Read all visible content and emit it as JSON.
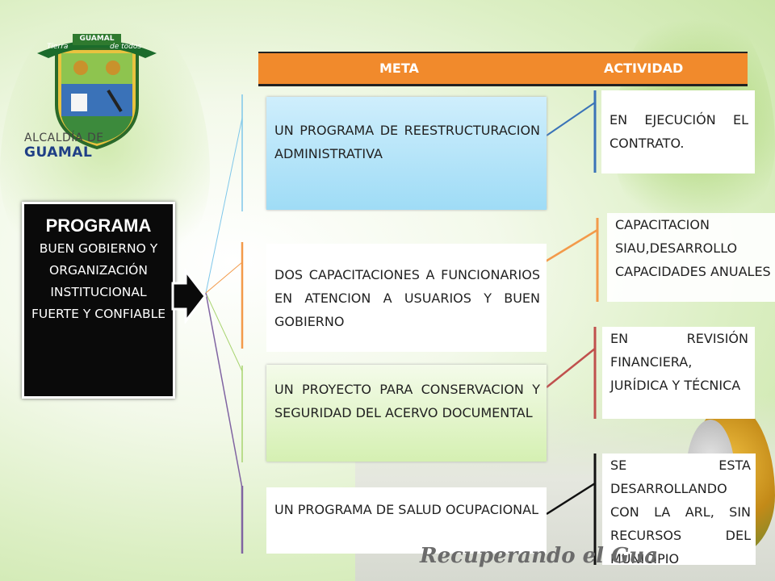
{
  "logo": {
    "banner_text": "GUAMAL",
    "ribbon_left": "Tierra",
    "ribbon_right": "de todos",
    "caption_prefix": "ALCALDÍA DE",
    "caption_name": "GUAMAL"
  },
  "header": {
    "col_meta": "META",
    "col_activity": "ACTIVIDAD",
    "color": "#f18a2c"
  },
  "program": {
    "title": "PROGRAMA",
    "subtitle": "BUEN GOBIERNO Y ORGANIZACIÓN INSTITUCIONAL FUERTE Y CONFIABLE"
  },
  "rows": [
    {
      "meta": "UN PROGRAMA DE REESTRUCTURACION ADMINISTRATIVA",
      "activity": "EN EJECUCIÓN EL CONTRATO.",
      "line_color": "#3a73b8"
    },
    {
      "meta": "DOS CAPACITACIONES A FUNCIONARIOS EN ATENCION A USUARIOS Y BUEN GOBIERNO",
      "activity": "CAPACITACION SIAU,DESARROLLO CAPACIDADES ANUALES",
      "line_color": "#f39a4a"
    },
    {
      "meta": "UN PROYECTO PARA CONSERVACION Y SEGURIDAD DEL ACERVO DOCUMENTAL",
      "activity": "EN REVISIÓN FINANCIERA, JURÍDICA Y TÉCNICA",
      "line_color": "#c0504d"
    },
    {
      "meta": "UN PROGRAMA DE SALUD OCUPACIONAL",
      "activity": "SE ESTA DESARROLLANDO CON LA ARL, SIN RECURSOS DEL MUNICIPIO",
      "line_color": "#111111"
    }
  ],
  "footer": {
    "slogan": "Recuperando el Gua"
  }
}
